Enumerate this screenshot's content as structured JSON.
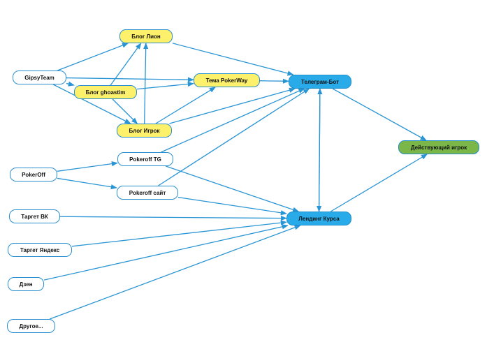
{
  "colors": {
    "edge": "#2a95d5",
    "white": "#ffffff",
    "yellow": "#fdf06a",
    "blue": "#29abe9",
    "green": "#7ab648"
  },
  "nodes": {
    "gipsy": {
      "label": "GipsyTeam"
    },
    "lion": {
      "label": "Блог Лион"
    },
    "ghoast": {
      "label": "Блог ghoastim"
    },
    "pokerway": {
      "label": "Тема PokerWay"
    },
    "igrok": {
      "label": "Блог Игрок"
    },
    "tgbot": {
      "label": "Телеграм-Бот"
    },
    "pokerofftg": {
      "label": "Pokeroff TG"
    },
    "pokeroff": {
      "label": "PokerOff"
    },
    "pokeroffsite": {
      "label": "Pokeroff сайт"
    },
    "vk": {
      "label": "Таргет ВК"
    },
    "yandex": {
      "label": "Таргет Яндекс"
    },
    "dzen": {
      "label": "Дзен"
    },
    "other": {
      "label": "Другое..."
    },
    "landing": {
      "label": "Лендинг Курса"
    },
    "active": {
      "label": "Действующий игрок"
    }
  },
  "edges": [
    [
      "gipsy",
      "lion"
    ],
    [
      "gipsy",
      "pokerway"
    ],
    [
      "gipsy",
      "ghoast"
    ],
    [
      "gipsy",
      "igrok"
    ],
    [
      "ghoast",
      "lion"
    ],
    [
      "ghoast",
      "pokerway"
    ],
    [
      "ghoast",
      "igrok"
    ],
    [
      "igrok",
      "lion"
    ],
    [
      "igrok",
      "pokerway"
    ],
    [
      "igrok",
      "tgbot"
    ],
    [
      "lion",
      "tgbot"
    ],
    [
      "pokerway",
      "tgbot"
    ],
    [
      "pokerofftg",
      "tgbot"
    ],
    [
      "pokerofftg",
      "landing"
    ],
    [
      "pokeroffsite",
      "tgbot"
    ],
    [
      "pokeroffsite",
      "landing"
    ],
    [
      "pokeroff",
      "pokerofftg"
    ],
    [
      "pokeroff",
      "pokeroffsite"
    ],
    [
      "vk",
      "landing"
    ],
    [
      "yandex",
      "landing"
    ],
    [
      "dzen",
      "landing"
    ],
    [
      "other",
      "landing"
    ],
    [
      "tgbot",
      "landing"
    ],
    [
      "landing",
      "tgbot"
    ],
    [
      "tgbot",
      "active"
    ],
    [
      "landing",
      "active"
    ]
  ]
}
